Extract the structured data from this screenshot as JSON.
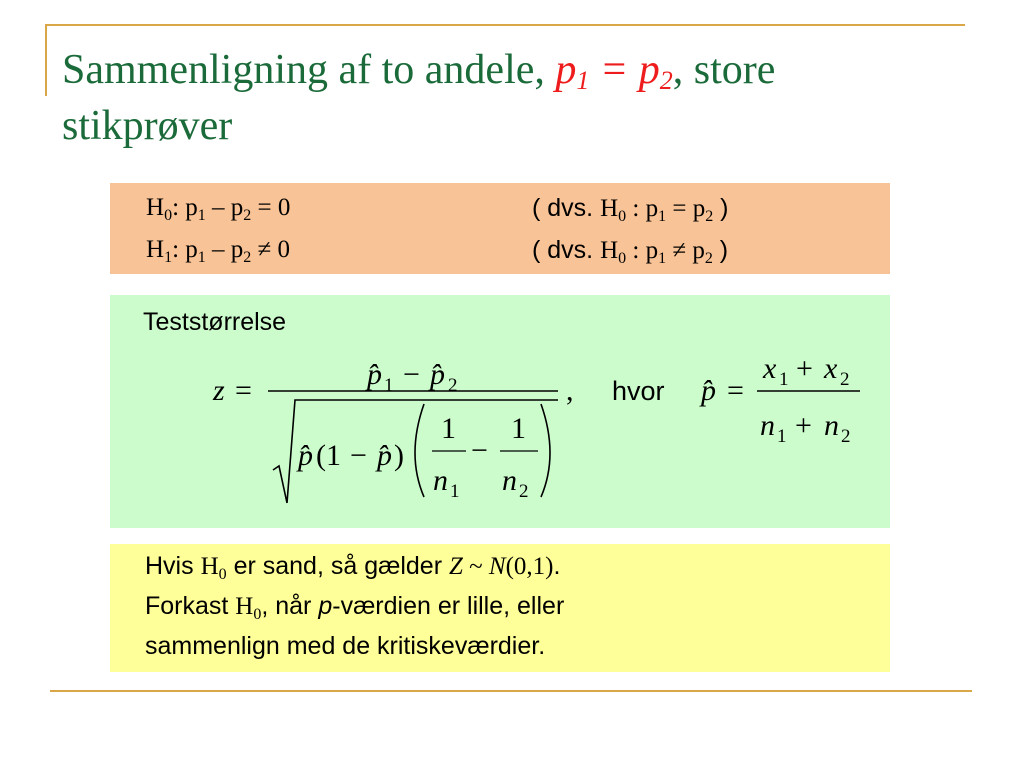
{
  "title": {
    "part1": "Sammenligning af  to andele, ",
    "p1": "p",
    "sub1": "1",
    "eq": " = ",
    "p2": "p",
    "sub2": "2",
    "part2": ", store",
    "line2": "stikprøver"
  },
  "hypotheses": {
    "h0_left": ": p",
    "h0_mid": " – p",
    "h0_right": " = 0",
    "h1_left": ": p",
    "h1_mid": " – p",
    "h1_right": " ≠ 0",
    "dvs": "( dvs. ",
    "dvs0_mid": " : p",
    "dvs0_eq": " = p",
    "dvs1_eq": " ≠ p",
    "close": " )"
  },
  "test": {
    "label": "Teststørrelse",
    "z": "z",
    "equals": "=",
    "p1hat": "p̂",
    "minus": "−",
    "one": "1",
    "comma": ",",
    "hvor": "hvor",
    "x": "x",
    "n": "n",
    "plus": "+",
    "one_minus_open": "(1",
    "close_paren": ")"
  },
  "conclusion": {
    "line1_a": "Hvis ",
    "line1_b": " er sand, så gælder ",
    "line1_z": "Z",
    "line1_tilde": " ~ ",
    "line1_n": "N",
    "line1_args": "(0,1)",
    "line1_end": ".",
    "line2_a": "Forkast ",
    "line2_b": ", når ",
    "line2_p": "p",
    "line2_c": "-værdien er lille, eller",
    "line3": "sammenlign med de kritiskeværdier."
  },
  "H": "H",
  "sub0": "0",
  "sub1": "1",
  "sub2": "2",
  "colors": {
    "title": "#1b6b3a",
    "title_math": "#ee1c1c",
    "frame": "#d9a648",
    "box_hypotheses": "#f8c396",
    "box_test": "#ccfccc",
    "box_conclusion": "#ffff99"
  }
}
